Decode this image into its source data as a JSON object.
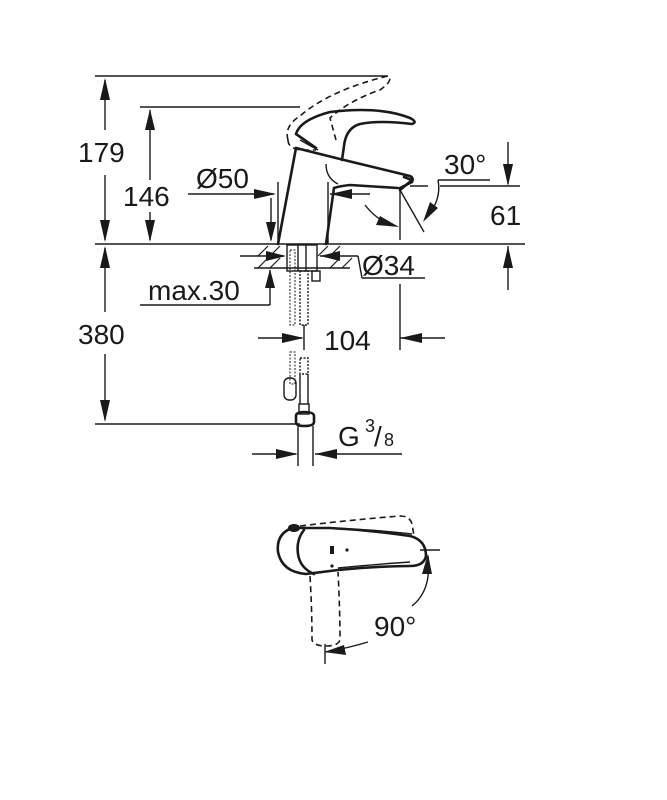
{
  "drawing": {
    "title": "Single-lever basin mixer dimension drawing",
    "colors": {
      "line": "#1a1a1a",
      "background": "#ffffff"
    },
    "dimensions": {
      "total_height": "179",
      "spout_height": "146",
      "base_diameter": "Ø50",
      "spout_angle": "30°",
      "outlet_height": "61",
      "hole_diameter": "Ø34",
      "max_deck_thickness": "max.30",
      "spout_reach": "104",
      "hose_length": "380",
      "connection_thread_main": "G",
      "connection_thread_num": "3",
      "connection_thread_den": "8",
      "lever_rotation": "90°"
    }
  }
}
